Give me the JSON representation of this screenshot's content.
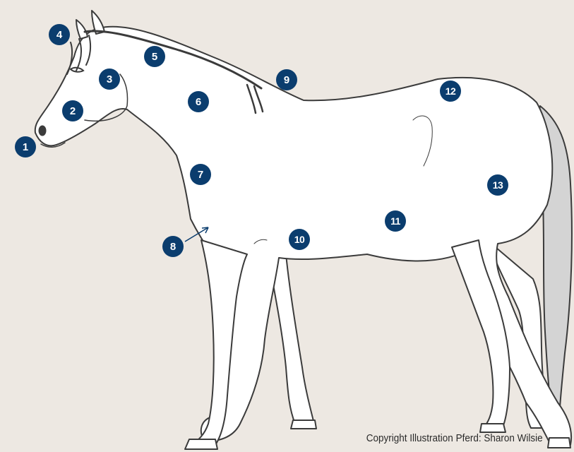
{
  "colors": {
    "background": "#ede8e2",
    "horse_fill": "#ffffff",
    "outline": "#3b3b3b",
    "marker_fill": "#0b3d6e",
    "marker_text": "#ffffff"
  },
  "illustration": {
    "subject_icon": "horse-icon",
    "markers": [
      {
        "label": "1"
      },
      {
        "label": "2"
      },
      {
        "label": "3"
      },
      {
        "label": "4"
      },
      {
        "label": "5"
      },
      {
        "label": "6"
      },
      {
        "label": "7"
      },
      {
        "label": "8"
      },
      {
        "label": "9"
      },
      {
        "label": "10"
      },
      {
        "label": "11"
      },
      {
        "label": "12"
      },
      {
        "label": "13"
      }
    ]
  },
  "copyright": "Copyright Illustration Pferd: Sharon Wilsie"
}
